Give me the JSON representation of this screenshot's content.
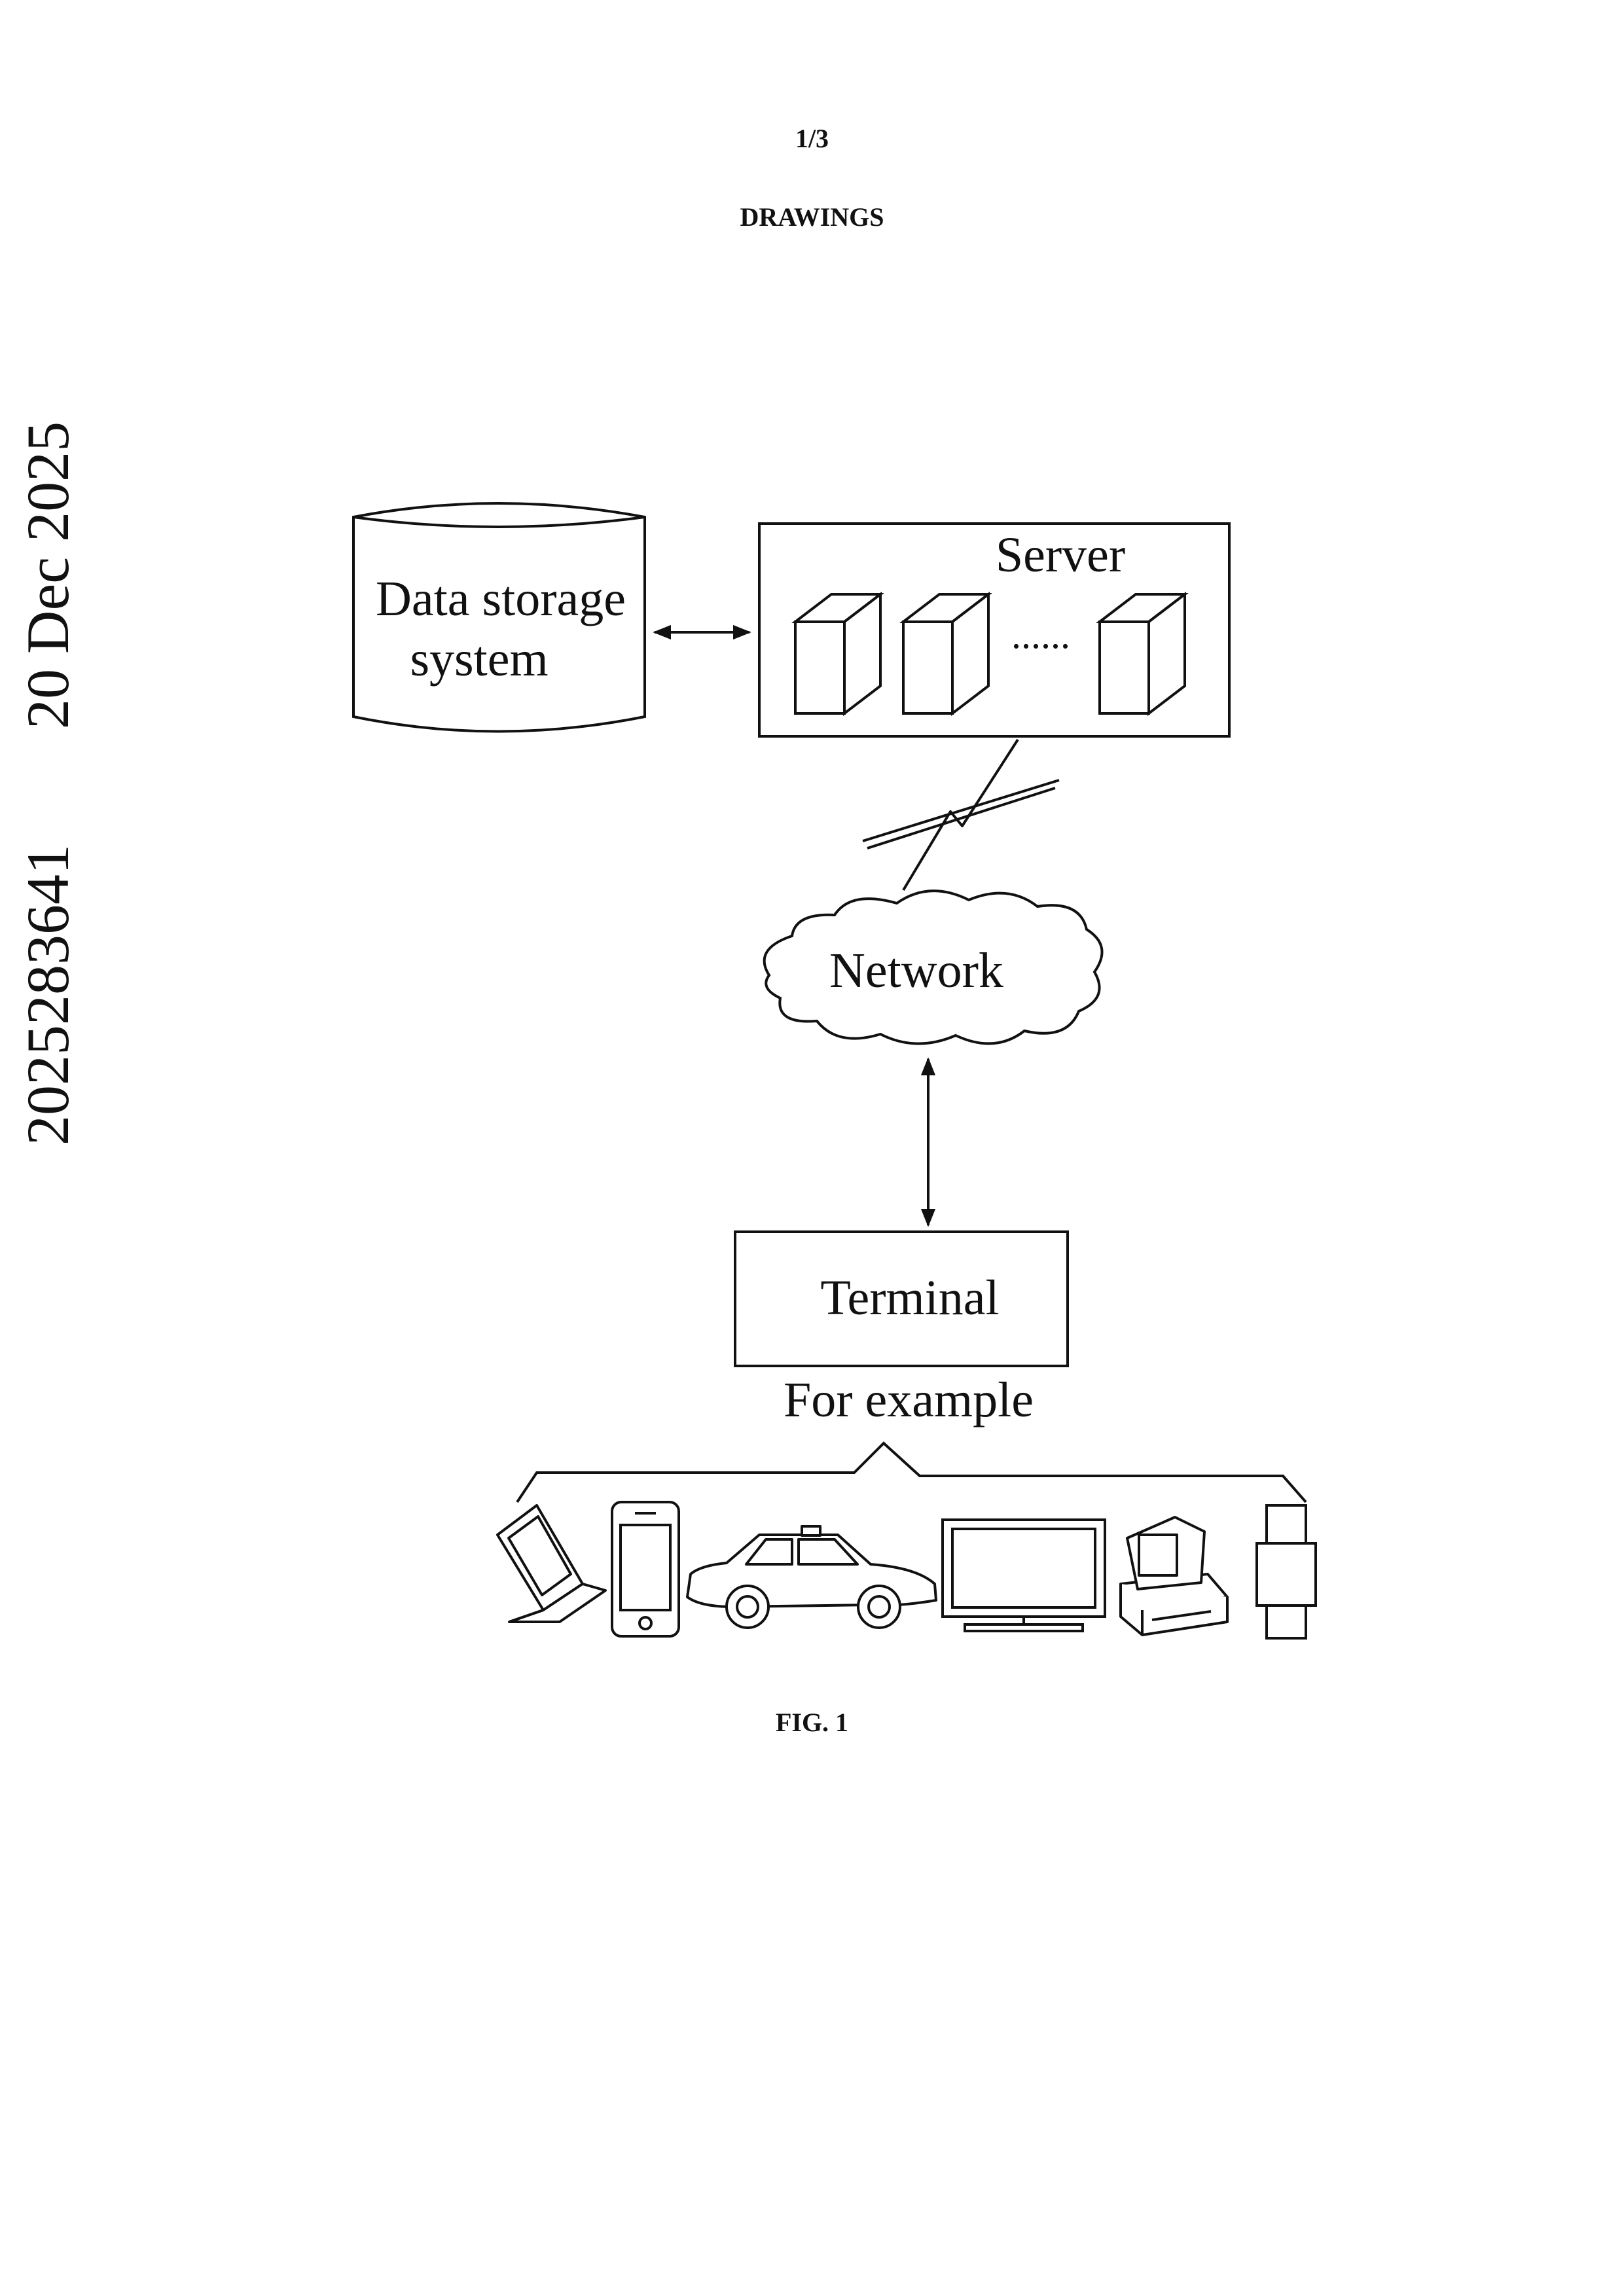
{
  "header": {
    "page_number": "1/3",
    "section_title": "DRAWINGS"
  },
  "sidebar": {
    "application_number": "2025283641",
    "date": "20 Dec 2025"
  },
  "diagram": {
    "storage": {
      "line1": "Data storage",
      "line2": "system"
    },
    "server": {
      "label": "Server",
      "ellipsis": "......"
    },
    "network": {
      "label": "Network"
    },
    "terminal": {
      "label": "Terminal"
    },
    "examples_label": "For example",
    "devices": [
      "laptop-icon",
      "smartphone-icon",
      "car-icon",
      "monitor-icon",
      "desktop-computer-icon",
      "smartwatch-icon"
    ]
  },
  "caption": "FIG. 1"
}
